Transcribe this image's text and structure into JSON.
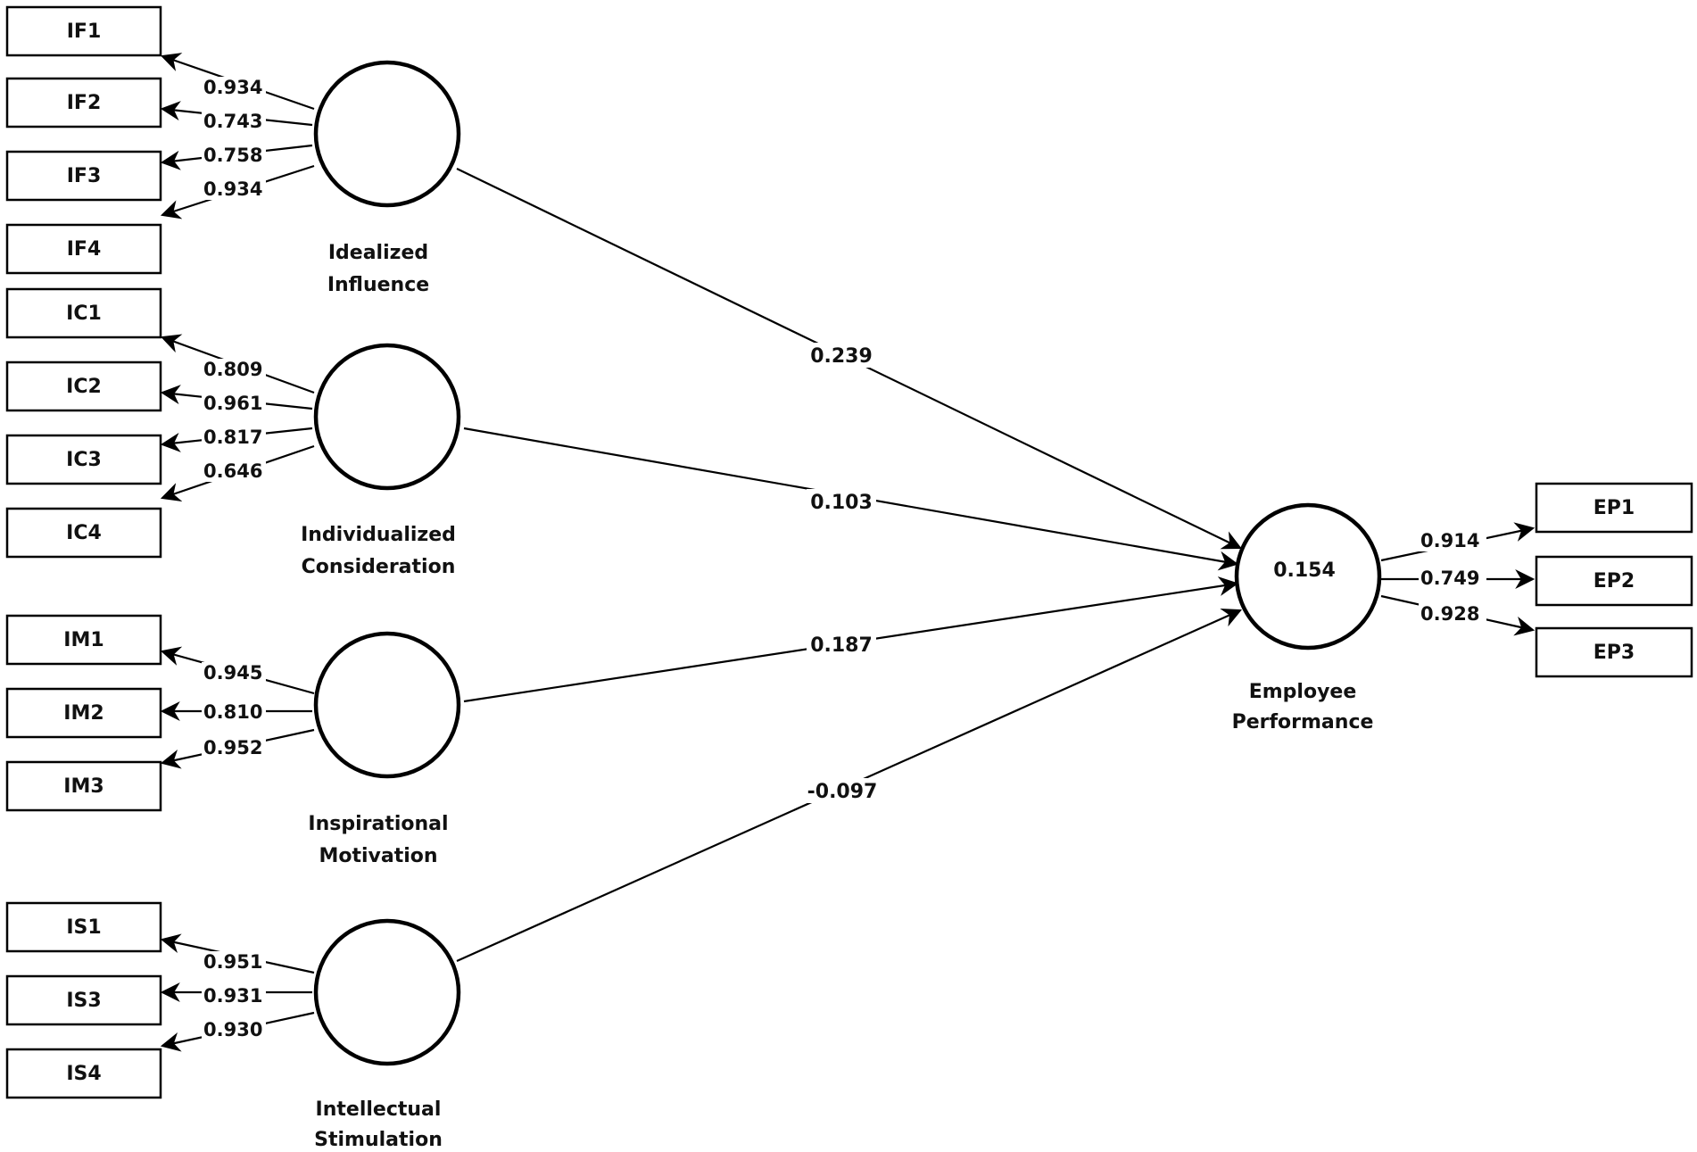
{
  "constructs": {
    "idealized_influence": {
      "label_lines": [
        "Idealized",
        "Influence"
      ]
    },
    "individualized_consideration": {
      "label_lines": [
        "Individualized",
        "Consideration"
      ]
    },
    "inspirational_motivation": {
      "label_lines": [
        "Inspirational",
        "Motivation"
      ]
    },
    "intellectual_stimulation": {
      "label_lines": [
        "Intellectual",
        "Stimulation"
      ]
    },
    "employee_performance": {
      "label_lines": [
        "Employee",
        "Performance"
      ],
      "r_squared": "0.154"
    }
  },
  "indicators": {
    "idealized_influence": [
      {
        "name": "IF1",
        "loading": "0.934"
      },
      {
        "name": "IF2",
        "loading": "0.743"
      },
      {
        "name": "IF3",
        "loading": "0.758"
      },
      {
        "name": "IF4",
        "loading": "0.934"
      }
    ],
    "individualized_consideration": [
      {
        "name": "IC1",
        "loading": "0.809"
      },
      {
        "name": "IC2",
        "loading": "0.961"
      },
      {
        "name": "IC3",
        "loading": "0.817"
      },
      {
        "name": "IC4",
        "loading": "0.646"
      }
    ],
    "inspirational_motivation": [
      {
        "name": "IM1",
        "loading": "0.945"
      },
      {
        "name": "IM2",
        "loading": "0.810"
      },
      {
        "name": "IM3",
        "loading": "0.952"
      }
    ],
    "intellectual_stimulation": [
      {
        "name": "IS1",
        "loading": "0.951"
      },
      {
        "name": "IS3",
        "loading": "0.931"
      },
      {
        "name": "IS4",
        "loading": "0.930"
      }
    ],
    "employee_performance": [
      {
        "name": "EP1",
        "loading": "0.914"
      },
      {
        "name": "EP2",
        "loading": "0.749"
      },
      {
        "name": "EP3",
        "loading": "0.928"
      }
    ]
  },
  "paths": {
    "idealized_influence": "0.239",
    "individualized_consideration": "0.103",
    "inspirational_motivation": "0.187",
    "intellectual_stimulation": "-0.097"
  }
}
